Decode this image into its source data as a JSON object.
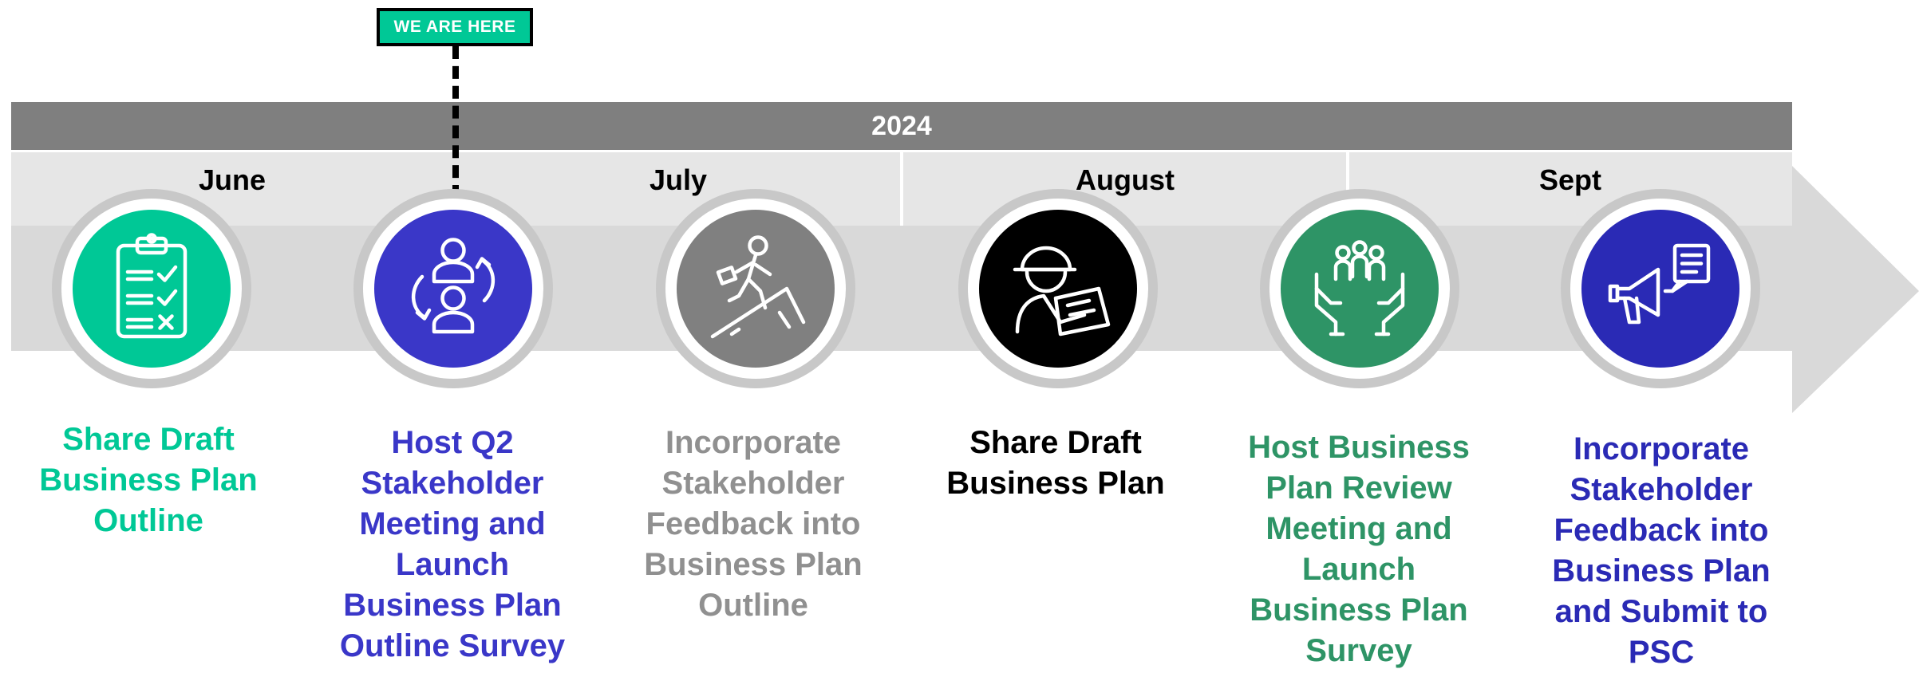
{
  "timeline": {
    "year": "2024",
    "marker_label": "WE ARE HERE",
    "months": [
      "June",
      "July",
      "August",
      "Sept"
    ],
    "milestones": [
      {
        "caption": "Share Draft\nBusiness Plan\nOutline",
        "color": "#00c896",
        "icon": "checklist-icon"
      },
      {
        "caption": "Host Q2\nStakeholder\nMeeting and\nLaunch\nBusiness Plan\nOutline Survey",
        "color": "#3a37c8",
        "icon": "people-exchange-icon"
      },
      {
        "caption": "Incorporate\nStakeholder\nFeedback into\nBusiness Plan\nOutline",
        "color": "#808080",
        "icon": "climbing-person-icon"
      },
      {
        "caption": "Share Draft\nBusiness Plan",
        "color": "#000000",
        "icon": "engineer-drafting-icon"
      },
      {
        "caption": "Host Business\nPlan Review\nMeeting and\nLaunch\nBusiness Plan\nSurvey",
        "color": "#2e9466",
        "icon": "hands-with-people-icon"
      },
      {
        "caption": "Incorporate\nStakeholder\nFeedback into\nBusiness Plan\nand Submit to\nPSC",
        "color": "#2a2ab5",
        "icon": "megaphone-icon"
      }
    ]
  }
}
